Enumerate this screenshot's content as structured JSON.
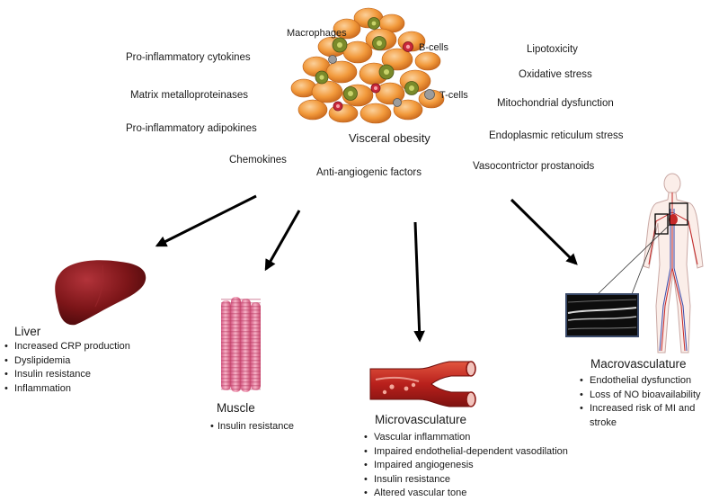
{
  "visceral": {
    "title": "Visceral obesity",
    "cells": {
      "macrophages": "Macrophages",
      "b_cells": "B-cells",
      "t_cells": "T-cells"
    }
  },
  "left_factors": [
    "Pro-inflammatory cytokines",
    "Matrix metalloproteinases",
    "Pro-inflammatory adipokines",
    "Chemokines",
    "Anti-angiogenic factors"
  ],
  "right_factors": [
    "Lipotoxicity",
    "Oxidative stress",
    "Mitochondrial dysfunction",
    "Endoplasmic reticulum stress",
    "Vasocontrictor prostanoids"
  ],
  "liver": {
    "title": "Liver",
    "items": [
      "Increased CRP production",
      "Dyslipidemia",
      "Insulin resistance",
      "Inflammation"
    ]
  },
  "muscle": {
    "title": "Muscle",
    "items": [
      "Insulin resistance"
    ]
  },
  "micro": {
    "title": "Microvasculature",
    "items": [
      "Vascular inflammation",
      "Impaired endothelial-dependent vasodilation",
      "Impaired angiogenesis",
      "Insulin resistance",
      "Altered vascular tone"
    ]
  },
  "macro": {
    "title": "Macrovasculature",
    "items": [
      "Endothelial dysfunction",
      "Loss of NO bioavailability",
      "Increased risk of MI and stroke"
    ]
  }
}
